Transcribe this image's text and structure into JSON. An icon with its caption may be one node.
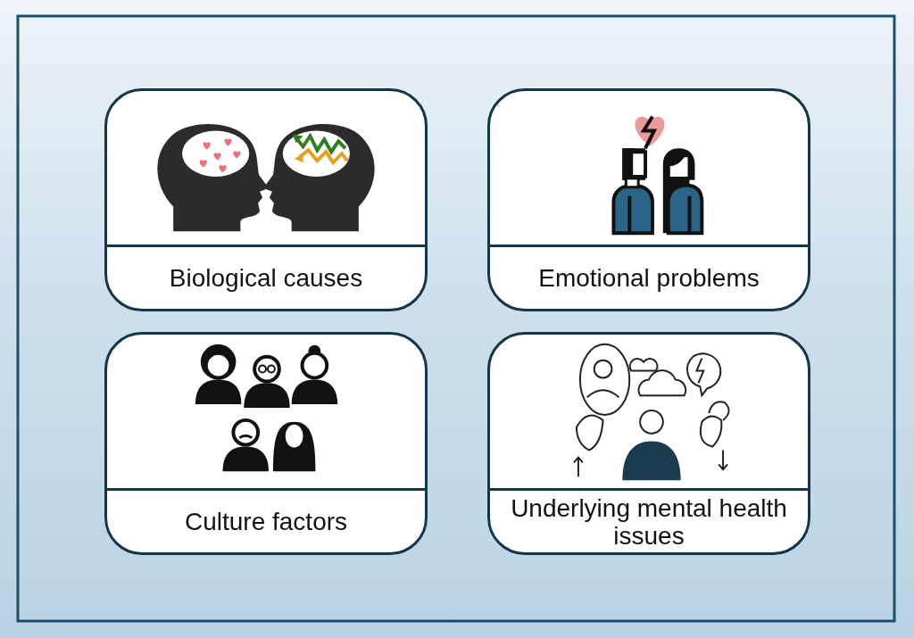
{
  "diagram": {
    "nodes": [
      {
        "text": [
          "Biological causes"
        ]
      },
      {
        "text": [
          "Emotional problems"
        ]
      },
      {
        "text": [
          "Culture factors"
        ]
      },
      {
        "text": [
          "Underlying mental health issues"
        ]
      }
    ]
  }
}
